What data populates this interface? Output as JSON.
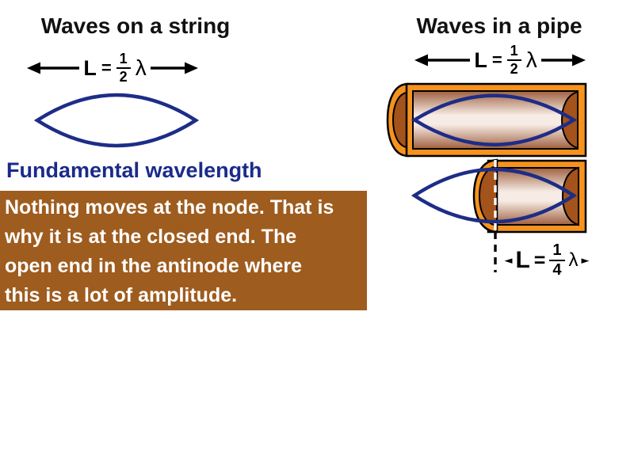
{
  "slide": {
    "left": {
      "title": "Waves on a string",
      "formula_half": {
        "variable": "L",
        "equals": "=",
        "numerator": "1",
        "denominator": "2",
        "lambda": "λ"
      },
      "caption": "Fundamental wavelength",
      "note_lines": [
        "Nothing moves at the node. That is",
        "why it is at the closed end. The",
        "open end in the antinode where",
        "this is a lot of amplitude."
      ]
    },
    "right": {
      "title": "Waves in a pipe",
      "formula_half": {
        "variable": "L",
        "equals": "=",
        "numerator": "1",
        "denominator": "2",
        "lambda": "λ"
      },
      "formula_quarter": {
        "arrow_left": "◄",
        "variable": "L",
        "equals": "=",
        "numerator": "1",
        "denominator": "4",
        "lambda": "λ",
        "arrow_right": "►"
      }
    }
  },
  "colors": {
    "slide_bg": "#ffffff",
    "title_text": "#111111",
    "wave_blue": "#1d2d87",
    "caption_blue": "#1b2a8a",
    "note_background": "#9e5c1e",
    "note_text": "#ffffff",
    "pipe_orange": "#f6921e",
    "pipe_interior_dark": "#a3531b",
    "arrow_black": "#000000"
  }
}
